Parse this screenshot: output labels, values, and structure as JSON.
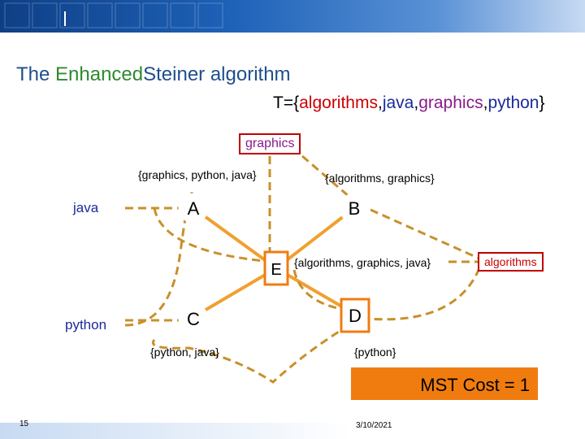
{
  "title": {
    "part1": "The ",
    "part2": "Enhanced",
    "part3": "Steiner algorithm"
  },
  "terminal_set": {
    "prefix": "T={",
    "items": [
      "algorithms",
      ",",
      "java",
      ",",
      "graphics",
      ",",
      "python"
    ],
    "suffix": "}"
  },
  "nodes": {
    "graphics": "graphics",
    "java": "java",
    "python": "python",
    "algorithms": "algorithms",
    "A": "A",
    "B": "B",
    "C": "C",
    "D": "D",
    "E": "E"
  },
  "sets": {
    "A": "{graphics, python, java}",
    "B": "{algorithms, graphics}",
    "E": "{algorithms, graphics, java}",
    "C": "{python, java}",
    "D": "{python}"
  },
  "mst_cost": "MST Cost = 1",
  "footer": {
    "page": "15",
    "date": "3/10/2021"
  },
  "colors": {
    "edge_dashed": "#c8902a",
    "edge_solid": "#f0a030",
    "node_fill": "#ffffff",
    "node_border": "#c00000",
    "mst_fill": "#f07c10"
  }
}
